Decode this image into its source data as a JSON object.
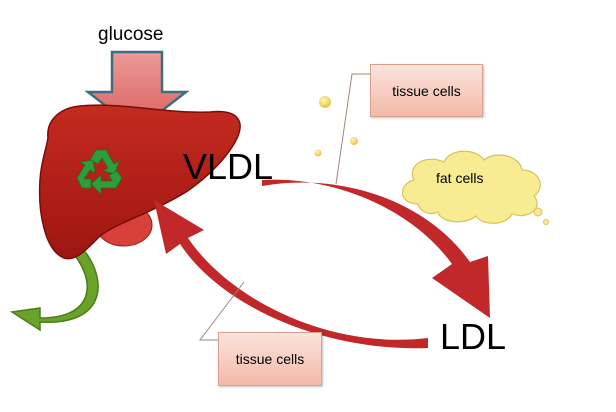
{
  "labels": {
    "glucose": "glucose",
    "vldl": "VLDL",
    "ldl": "LDL",
    "tissue_cells_top": "tissue cells",
    "tissue_cells_bottom": "tissue cells",
    "fat_cells": "fat cells"
  },
  "colors": {
    "liver": "#b01a14",
    "liver_outline": "#7a0c08",
    "gallbladder": "#d8403a",
    "glucose_arrow": "#e57a78",
    "glucose_arrow_outline": "#3c6e80",
    "recycle_symbol": "#2e9d3a",
    "bile_arrow": "#6aa329",
    "curved_arrow": "#c0282a",
    "fat_globule": "#f4e07a",
    "fat_cloud": "#f8ec93",
    "note_fill": "#f8cfc2"
  },
  "icons": {
    "recycle": "recycle-icon"
  }
}
